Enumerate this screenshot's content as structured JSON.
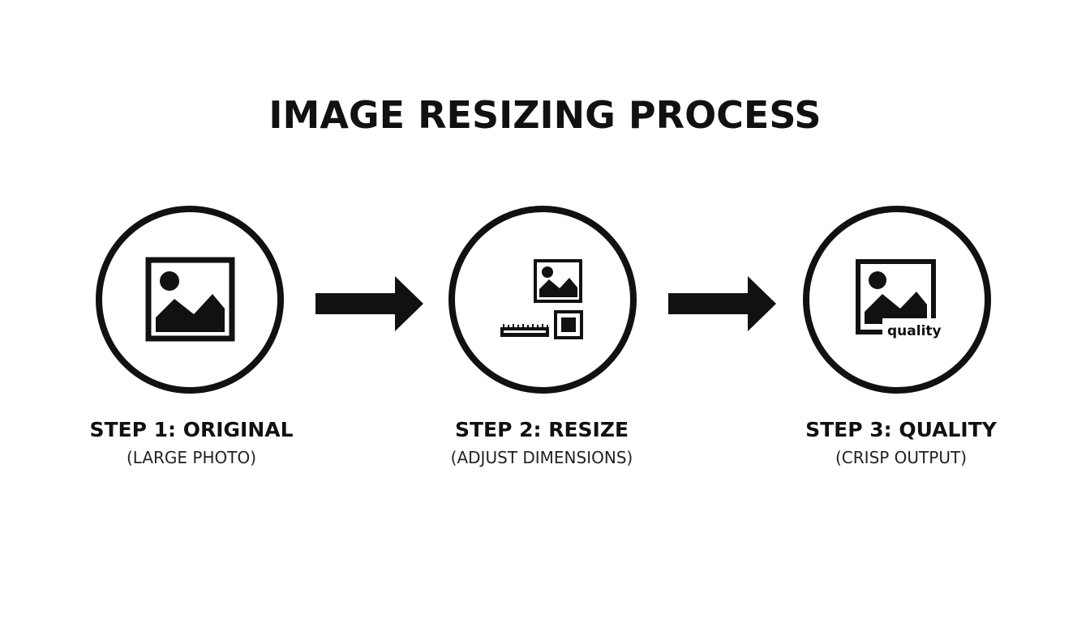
{
  "title": "IMAGE RESIZING PROCESS",
  "steps": [
    {
      "title": "STEP 1: ORIGINAL",
      "subtitle": "(LARGE PHOTO)",
      "icon": "image-icon"
    },
    {
      "title": "STEP 2: RESIZE",
      "subtitle": "(ADJUST DIMENSIONS)",
      "icon": "resize-icon"
    },
    {
      "title": "STEP 3: QUALITY",
      "subtitle": "(CRISP OUTPUT)",
      "icon": "quality-image-icon",
      "badge": "quality"
    }
  ],
  "colors": {
    "ink": "#111111",
    "background": "#ffffff"
  }
}
